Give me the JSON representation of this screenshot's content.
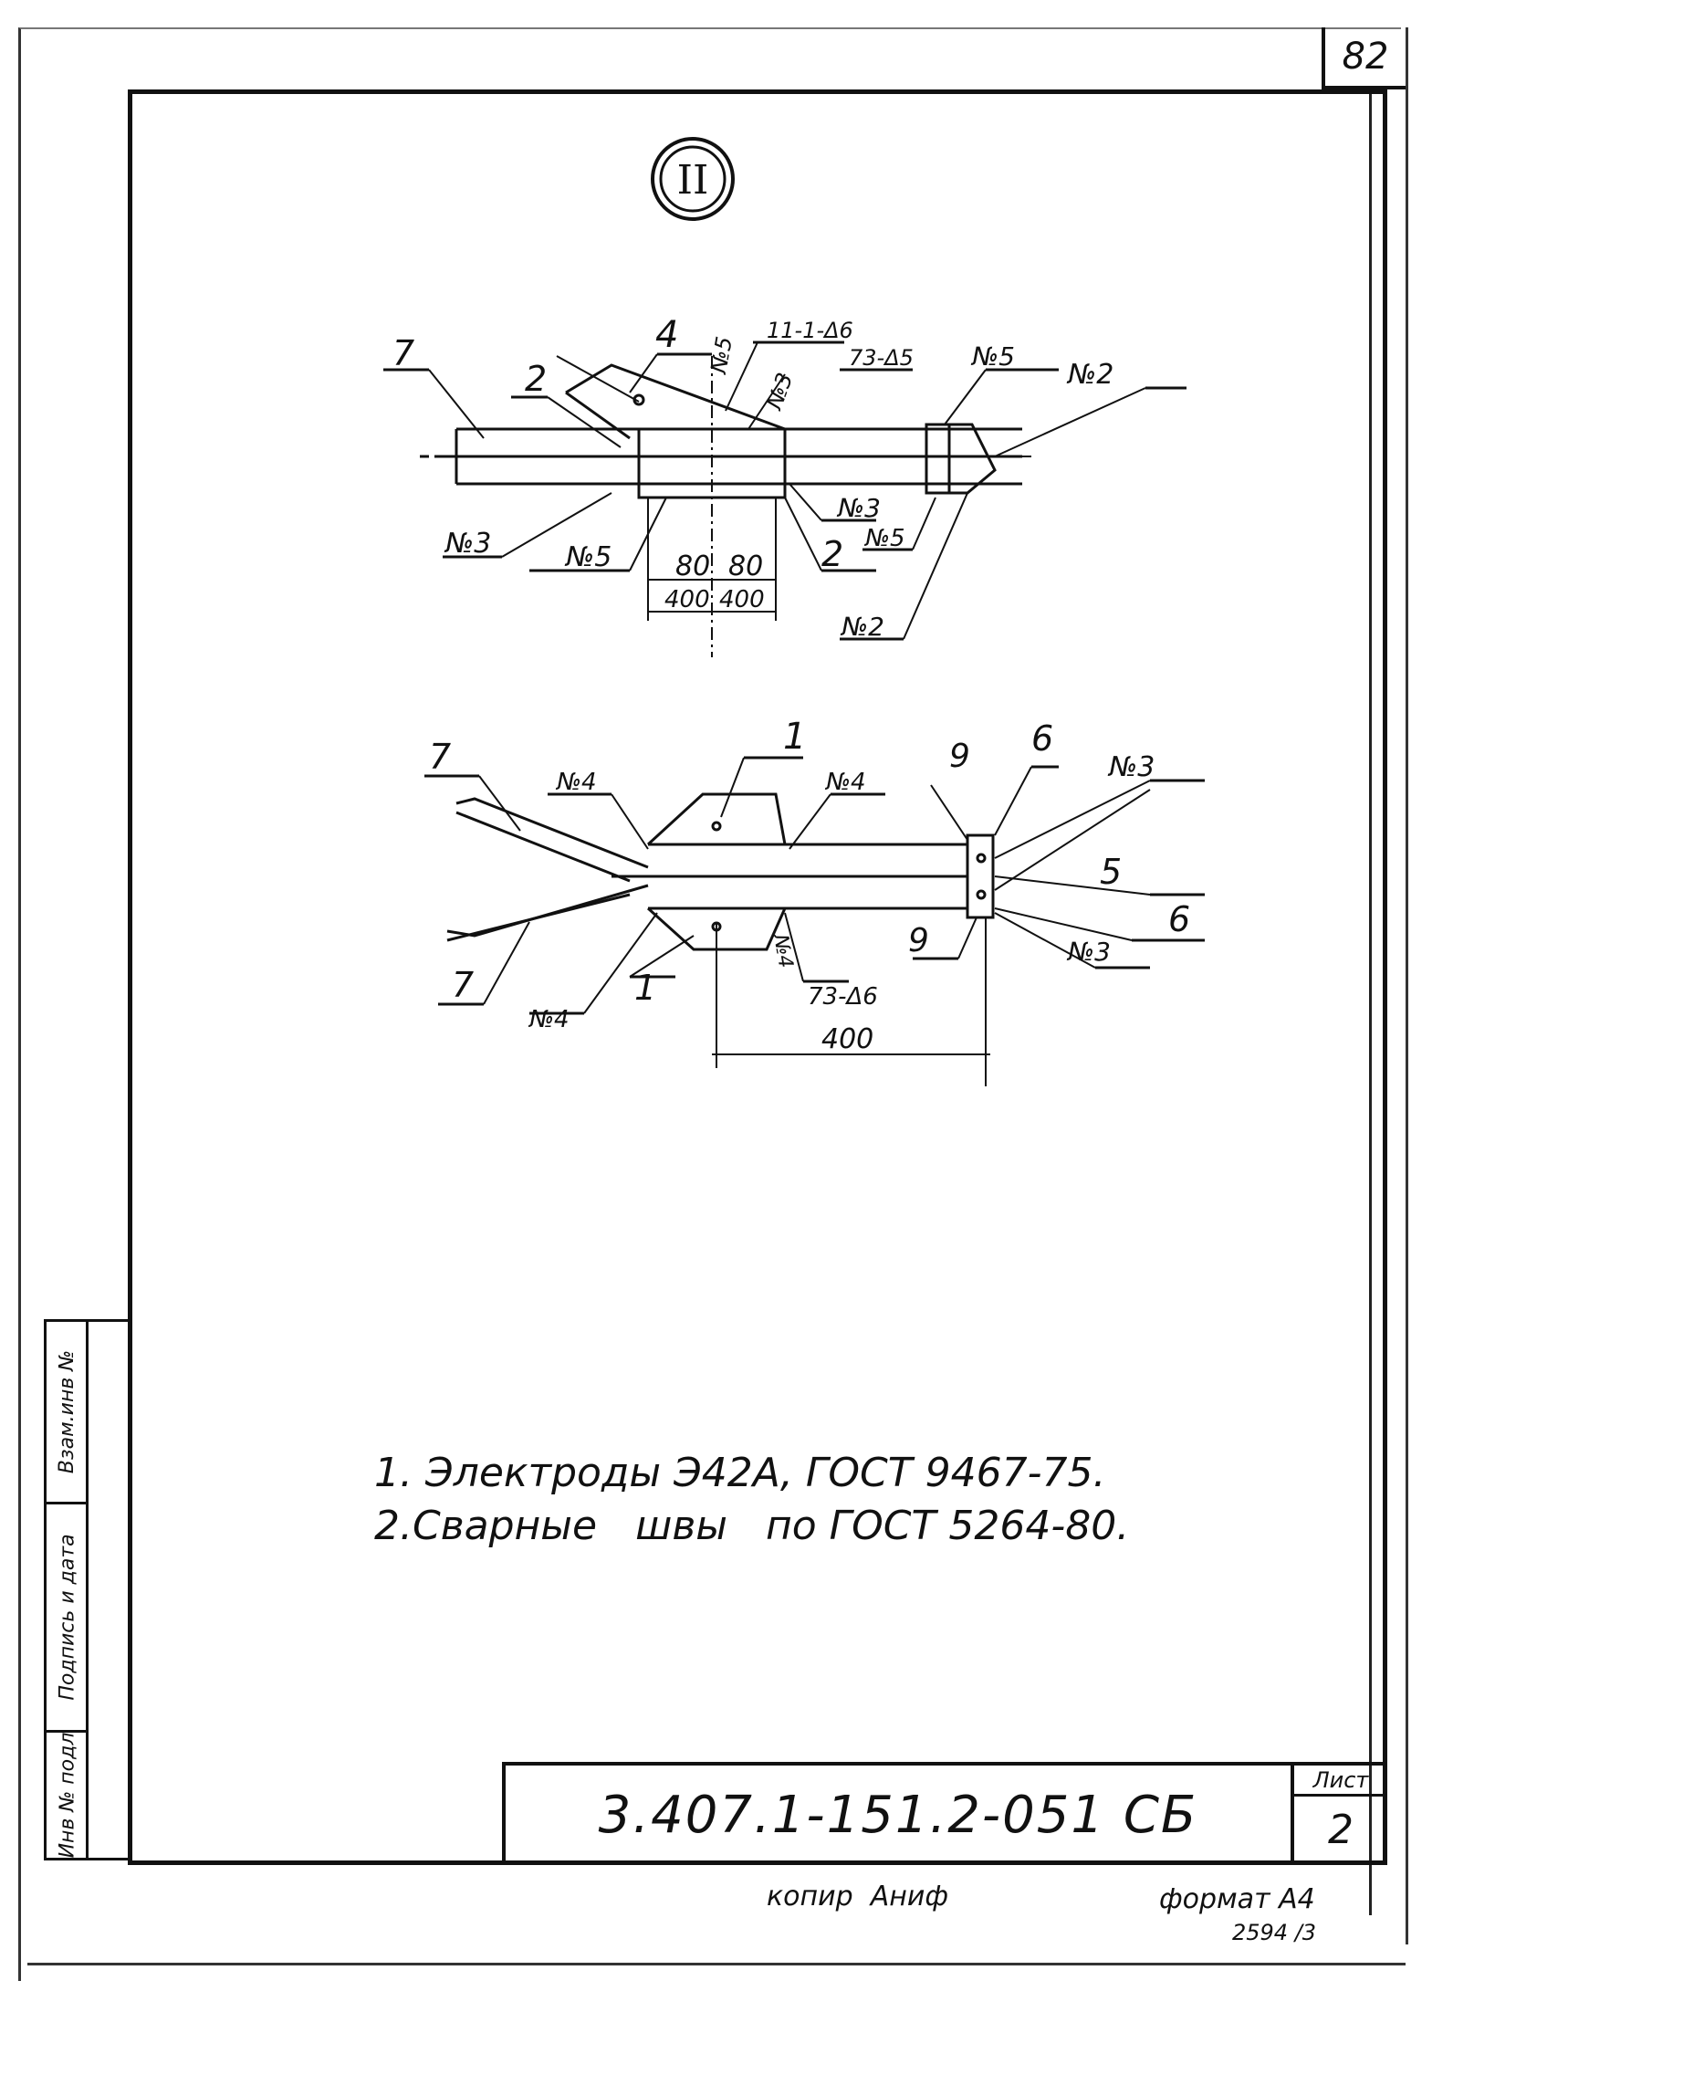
{
  "page": {
    "number": "82"
  },
  "node_mark": {
    "label": "II"
  },
  "drawing_top": {
    "labels": {
      "member_7": "7",
      "member_4": "4",
      "member_2_top": "2",
      "member_2_bottom": "2",
      "weld_n5_v": "№5",
      "weld_n3_v": "№3",
      "weld_11_1": "11-1-Δ6",
      "weld_73_5": "73-Δ5",
      "weld_n5_right": "№5",
      "weld_n2_right": "№2",
      "weld_n3_left": "№3",
      "weld_n5_left": "№5",
      "weld_n3_mid": "№3",
      "weld_n5_mid": "№5",
      "weld_n2_bottom": "№2"
    },
    "dims": {
      "d80_left": "80",
      "d80_right": "80",
      "d400_left": "400",
      "d400_right": "400"
    }
  },
  "drawing_bottom": {
    "labels": {
      "member_7_top": "7",
      "member_7_bottom": "7",
      "member_1_top": "1",
      "member_1_bottom": "1",
      "weld_n4_left_top": "№4",
      "weld_n4_right_top": "№4",
      "weld_n4_bottom": "№4",
      "weld_n4_vert": "№4",
      "weld_73_6": "73-Δ6",
      "member_9_top": "9",
      "member_9_bottom": "9",
      "member_6_top": "6",
      "member_6_bottom": "6",
      "member_5": "5",
      "weld_n3_top": "№3",
      "weld_n3_bottom": "№3"
    },
    "dims": {
      "d400": "400"
    }
  },
  "notes": [
    "1. Электроды Э42А, ГОСТ 9467-75.",
    "2.Сварные   швы   по ГОСТ 5264-80."
  ],
  "side_stamp": {
    "inv_orig": "Инв № подл",
    "sign_date": "Подпись и дата",
    "replace_inv": "Взам.инв №"
  },
  "title_block": {
    "doc_code": "3.407.1-151.2-051 СБ",
    "sheet_label": "Лист",
    "sheet_value": "2"
  },
  "footer": {
    "copied": "копир  Аниф",
    "format": "формат А4",
    "number": "2594 /3"
  }
}
